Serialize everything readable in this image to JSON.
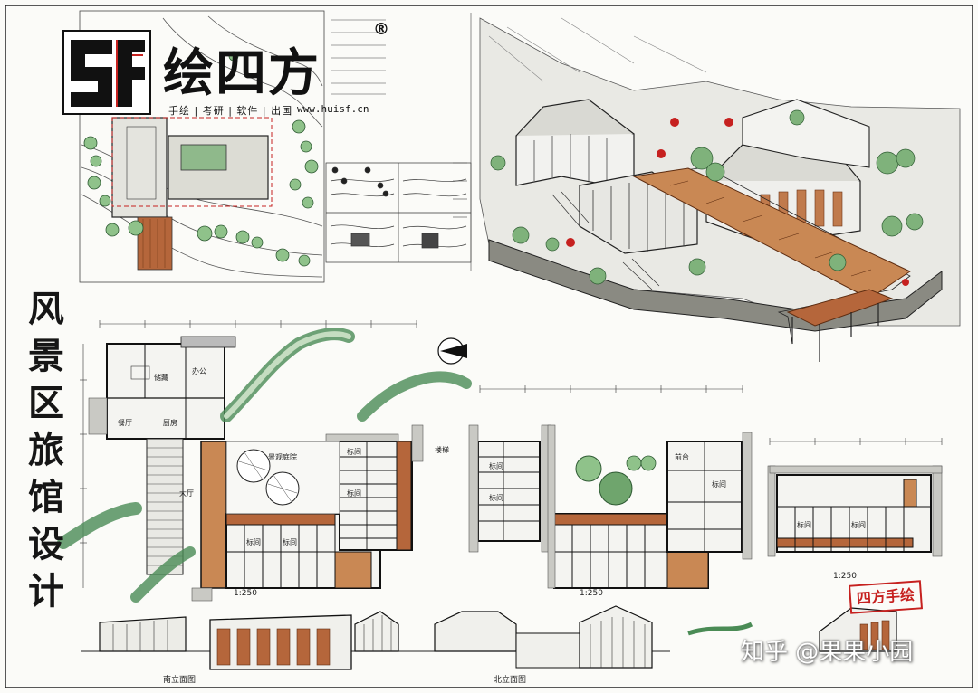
{
  "logo": {
    "mark": "SF",
    "brand": "绘四方",
    "registered": "®",
    "tagline": "手绘 | 考研 | 软件 | 出国",
    "url": "www.huisf.cn"
  },
  "title": {
    "characters": [
      "风",
      "景",
      "区",
      "旅",
      "馆",
      "设",
      "计"
    ]
  },
  "stamp": {
    "text": "四方手绘"
  },
  "watermark": {
    "text": "知乎 @果果小园"
  },
  "drawing_labels": {
    "scale_1": "1:250",
    "scale_2": "1:250",
    "scale_3": "1:250",
    "section_1": "南立面图",
    "section_2": "北立面图",
    "room_double": "标间",
    "room_lobby": "大厅",
    "room_office": "办公",
    "room_store": "储藏",
    "room_kitchen": "厨房",
    "room_dining": "餐厅",
    "room_courtyard": "景观庭院",
    "room_reception": "前台",
    "room_stair": "楼梯"
  },
  "colors": {
    "wood": "#b5663b",
    "wood_light": "#d99868",
    "green": "#3f8a4f",
    "green_light": "#9fc59a",
    "gray_fill": "#c9c9c4",
    "accent_red": "#c6211f",
    "ink": "#1b1b1b"
  }
}
